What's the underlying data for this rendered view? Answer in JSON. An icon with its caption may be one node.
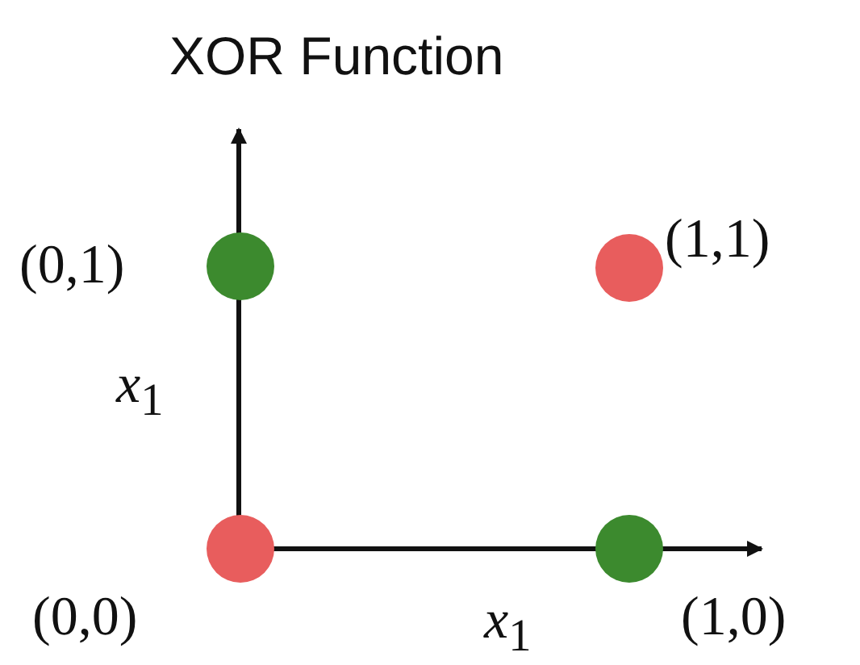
{
  "diagram": {
    "title": "XOR Function",
    "labels": [
      "(0,1)",
      "(1,1)",
      "*x*$_{1}$",
      "(0,0)",
      "*x*$_{1}$",
      "(1,0)"
    ]
  }
}
